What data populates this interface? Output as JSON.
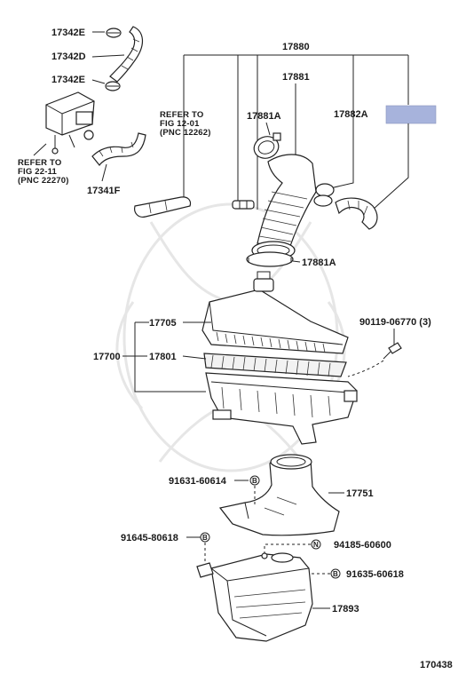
{
  "labels": {
    "p17342e_top": "17342E",
    "p17342d": "17342D",
    "p17342e_mid": "17342E",
    "p17341f": "17341F",
    "p17880": "17880",
    "p17881": "17881",
    "p17881a_top": "17881A",
    "p17882a": "17882A",
    "p17881a_bot": "17881A",
    "p17705": "17705",
    "p17700": "17700",
    "p17801": "17801",
    "p90119": "90119-06770 (3)",
    "p91631": "91631-60614",
    "p17751": "17751",
    "p91645": "91645-80618",
    "p94185": "94185-60600",
    "p91635": "91635-60618",
    "p17893": "17893",
    "diagram_id": "170438"
  },
  "refs": {
    "ref_left": [
      "REFER TO",
      "FIG 22-11",
      "(PNC 22270)"
    ],
    "ref_mid": [
      "REFER TO",
      "FIG 12-01",
      "(PNC 12262)"
    ]
  },
  "markers": {
    "b": "B",
    "n": "N"
  },
  "colors": {
    "highlight_box": "#a7b3dc"
  }
}
